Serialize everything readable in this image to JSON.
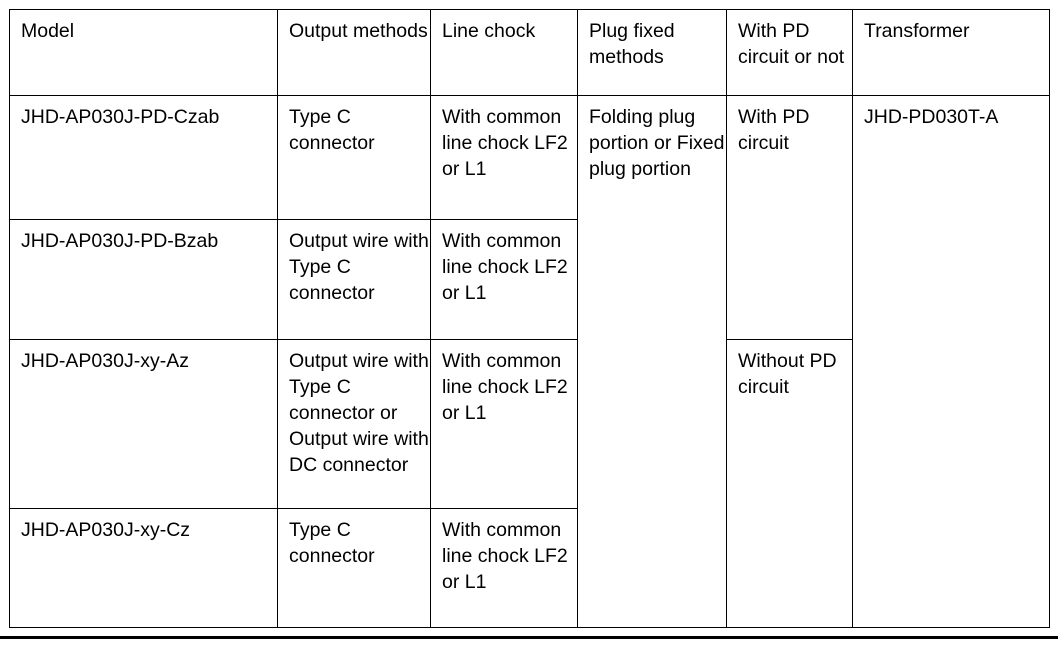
{
  "document": {
    "type": "specification-table",
    "title": "Model specification comparison table"
  },
  "table": {
    "headers": [
      "Model",
      "Output methods",
      "Line chock",
      "Plug fixed methods",
      "With PD circuit or not",
      "Transformer"
    ],
    "rows": [
      {
        "model": "JHD-AP030J-PD-Czab",
        "output_methods": "Type C connector",
        "line_chock": "With common line chock LF2 or L1"
      },
      {
        "model": "JHD-AP030J-PD-Bzab",
        "output_methods": "Output wire with Type C connector",
        "line_chock": "With common line chock LF2 or L1"
      },
      {
        "model": "JHD-AP030J-xy-Az",
        "output_methods": "Output wire with Type C connector or Output wire with DC connector",
        "line_chock": "With common line chock LF2 or L1"
      },
      {
        "model": "JHD-AP030J-xy-Cz",
        "output_methods": "Type C connector",
        "line_chock": "With common line chock LF2 or L1"
      }
    ],
    "merged": {
      "plug_fixed_methods": "Folding plug portion or Fixed plug portion",
      "pd_circuit_rows_1_2": "With PD circuit",
      "pd_circuit_rows_3_4": "Without PD circuit",
      "transformer": "JHD-PD030T-A"
    }
  },
  "colors": {
    "border": "#000000",
    "text": "#000000",
    "background": "#ffffff"
  }
}
